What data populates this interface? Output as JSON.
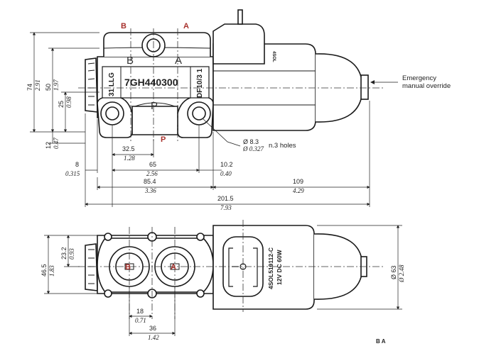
{
  "top_view": {
    "ports": {
      "b": "B",
      "a": "A",
      "p": "P"
    },
    "port_labels": {
      "b": "B",
      "a": "A",
      "p": "P"
    },
    "body_marking": {
      "code": "7GH440300",
      "left": "31 LLG",
      "right": "DF10/3 1"
    },
    "coil_small_text": "4SOL",
    "callouts": {
      "override": [
        "Emergency",
        "manual override"
      ],
      "holes": {
        "dia": "Ø 8.3",
        "dia_in": "Ø 0.327",
        "count": "n.3 holes"
      }
    },
    "dims": {
      "h74": "74",
      "h74_in": "2.91",
      "h50": "50",
      "h50_in": "1.97",
      "h25": "25",
      "h25_in": "0.98",
      "h12": "12",
      "h12_in": "0.47",
      "w32": "32.5",
      "w32_in": "1.28",
      "w65": "65",
      "w65_in": "2.56",
      "w8": "8",
      "w8_in": "0.315",
      "w10": "10.2",
      "w10_in": "0.40",
      "w85": "85.4",
      "w85_in": "3.36",
      "w109": "109",
      "w109_in": "4.29",
      "w201": "201.5",
      "w201_in": "7.93"
    }
  },
  "bottom_view": {
    "ports": {
      "b": "B",
      "a": "A"
    },
    "coil_label": {
      "line1": "4SOL519112-C",
      "line2": "12V DC 60W"
    },
    "dims": {
      "h46": "46.5",
      "h46_in": "1.83",
      "h23": "23.2",
      "h23_in": "0.93",
      "w18": "18",
      "w18_in": "0.71",
      "w36": "36",
      "w36_in": "1.42",
      "d63": "Ø 63",
      "d63_in": "Ø 2.48"
    }
  },
  "footer": {
    "ba": "B A"
  },
  "colors": {
    "line": "#1a1a1a",
    "port": "#a8322d"
  }
}
